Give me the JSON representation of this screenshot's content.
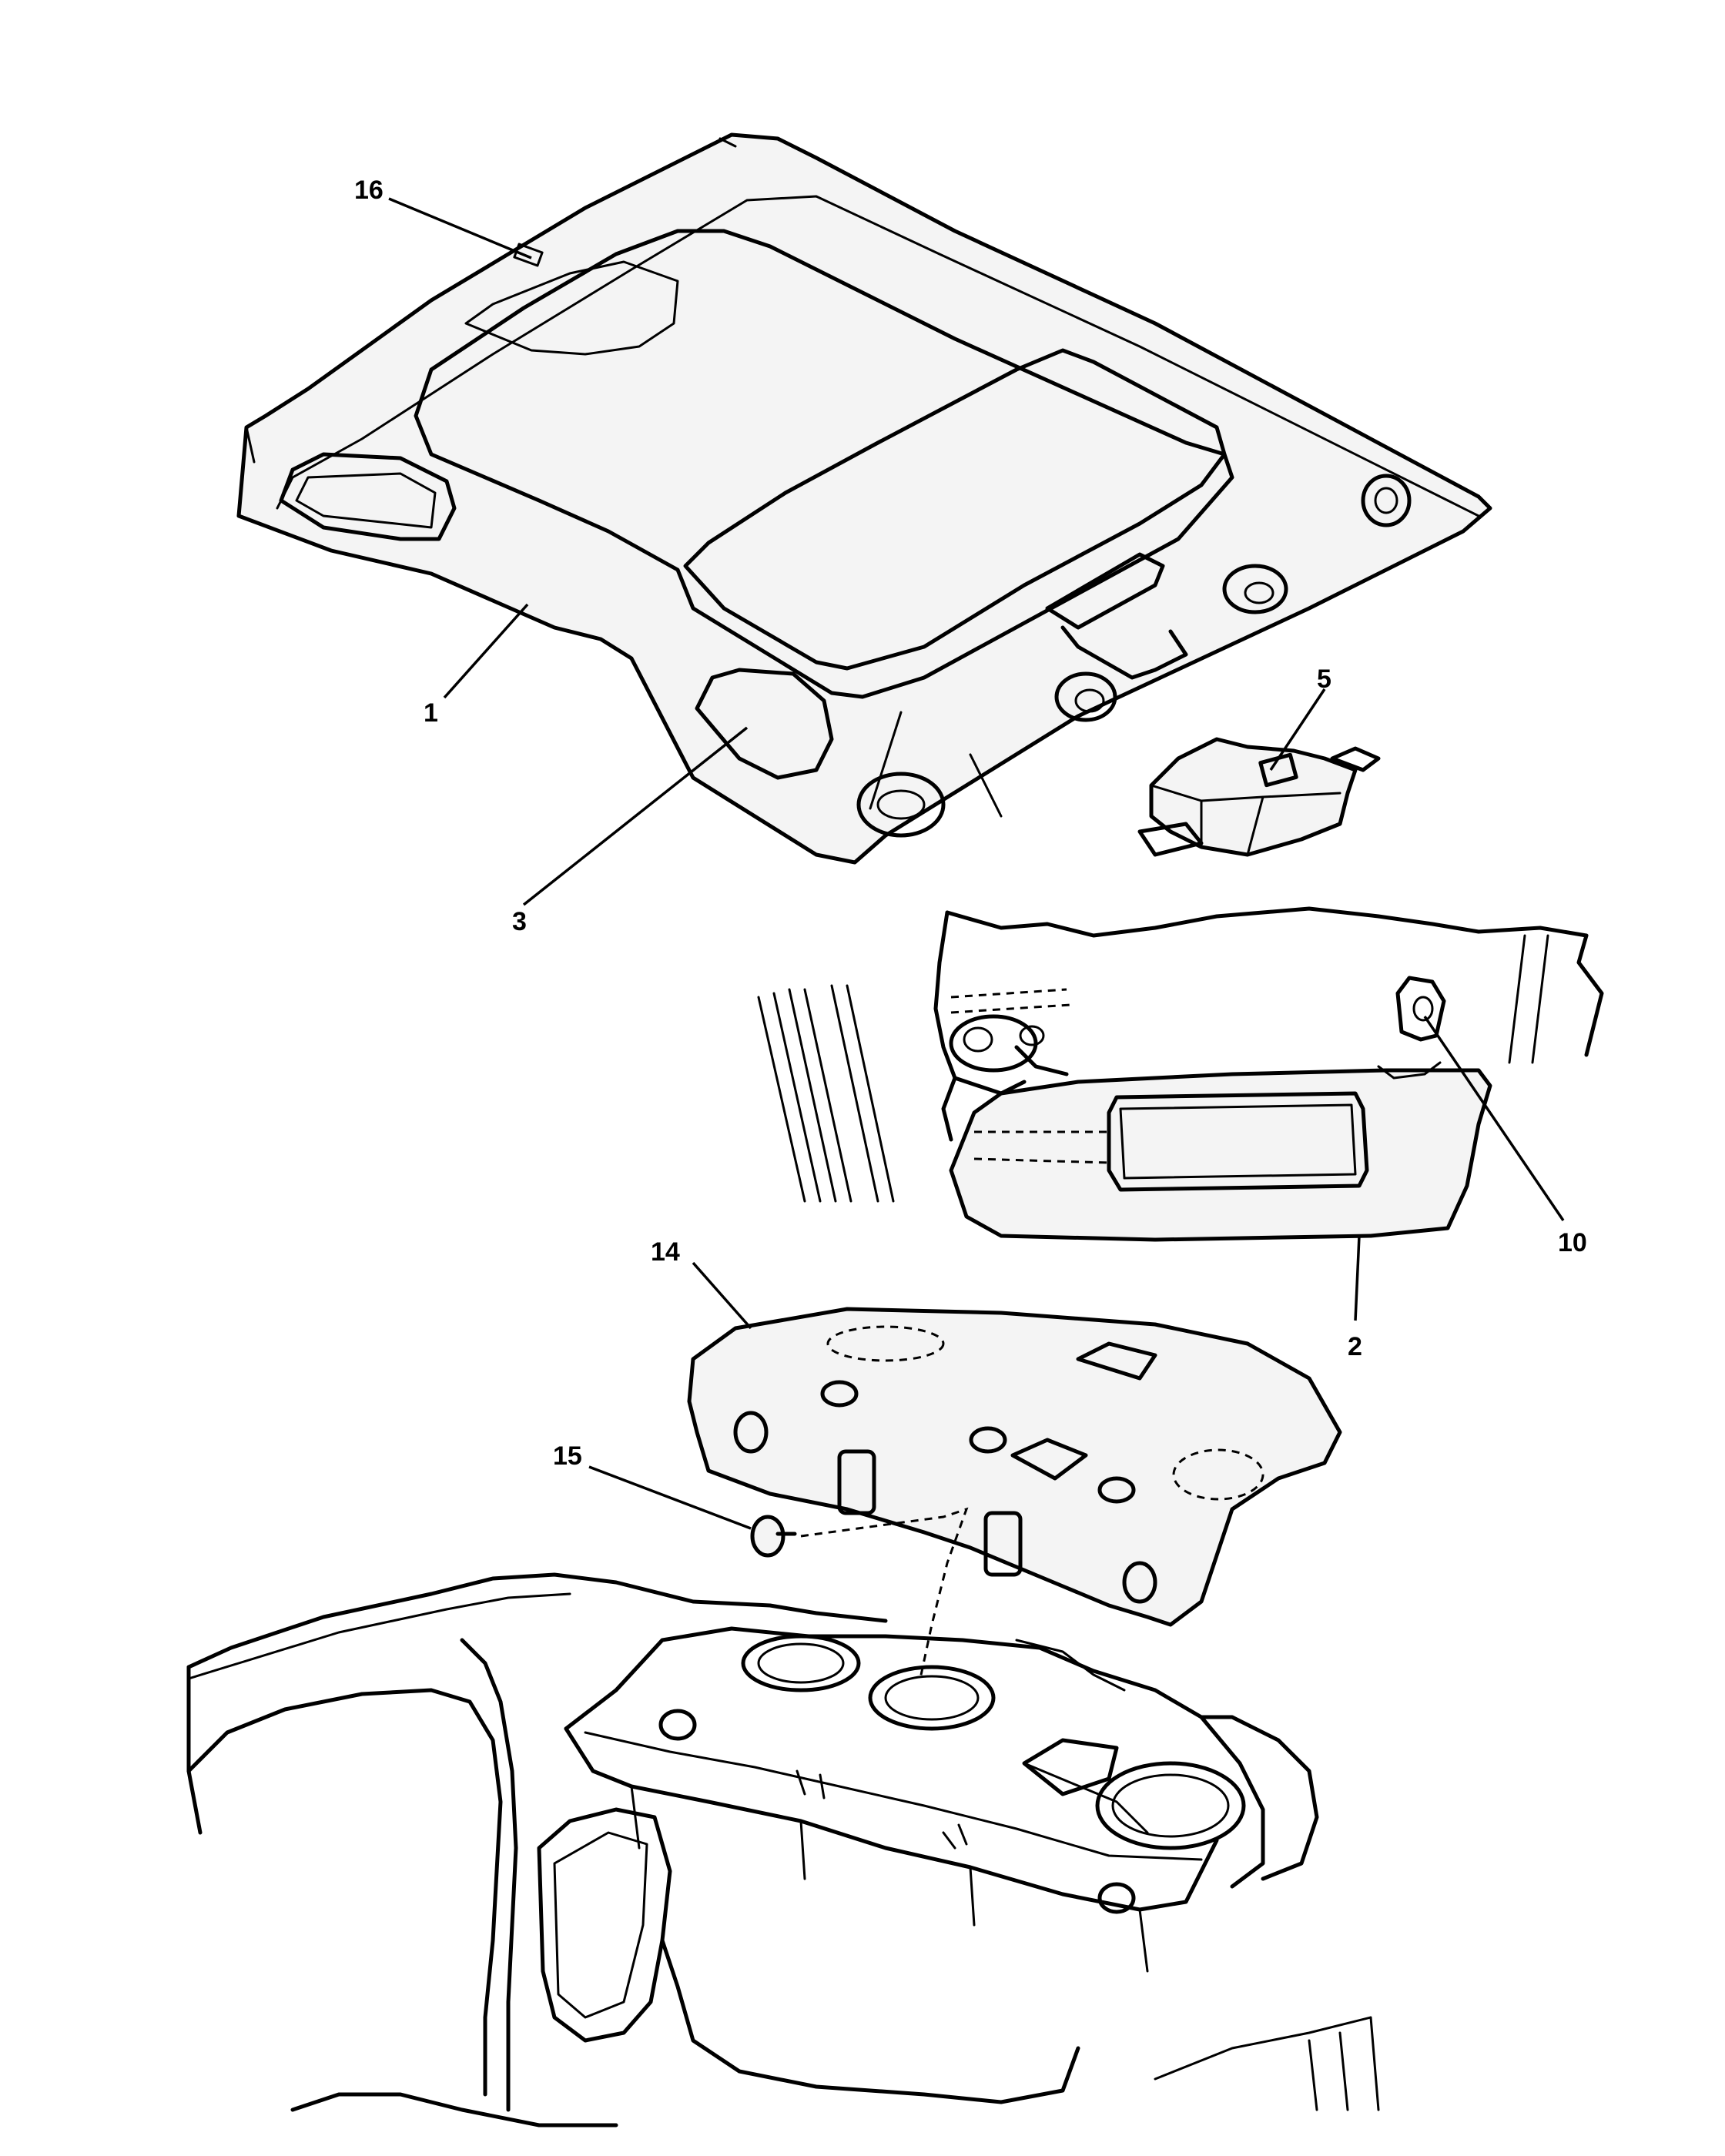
{
  "callouts": [
    {
      "id": "c16",
      "label": "16"
    },
    {
      "id": "c1",
      "label": "1"
    },
    {
      "id": "c3",
      "label": "3"
    },
    {
      "id": "c5",
      "label": "5"
    },
    {
      "id": "c10",
      "label": "10"
    },
    {
      "id": "c2",
      "label": "2"
    },
    {
      "id": "c14",
      "label": "14"
    },
    {
      "id": "c15",
      "label": "15"
    }
  ],
  "colors": {
    "line": "#000000",
    "background": "#ffffff"
  }
}
